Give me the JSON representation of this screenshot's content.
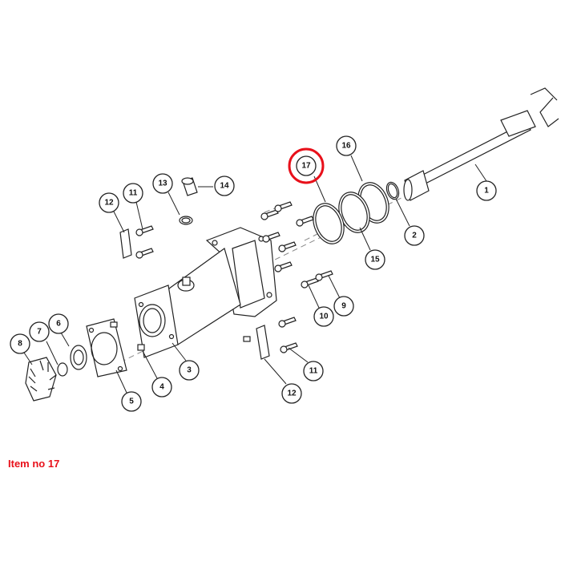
{
  "caption": {
    "text": "Item no 17",
    "color": "#e8101a"
  },
  "highlight_color": "#e8101a",
  "callouts": [
    {
      "label": "1"
    },
    {
      "label": "2"
    },
    {
      "label": "3"
    },
    {
      "label": "4"
    },
    {
      "label": "5"
    },
    {
      "label": "6"
    },
    {
      "label": "7"
    },
    {
      "label": "8"
    },
    {
      "label": "9"
    },
    {
      "label": "10"
    },
    {
      "label": "11"
    },
    {
      "label": "11"
    },
    {
      "label": "12"
    },
    {
      "label": "12"
    },
    {
      "label": "13"
    },
    {
      "label": "14"
    },
    {
      "label": "15"
    },
    {
      "label": "16"
    },
    {
      "label": "17",
      "highlighted": true
    }
  ]
}
